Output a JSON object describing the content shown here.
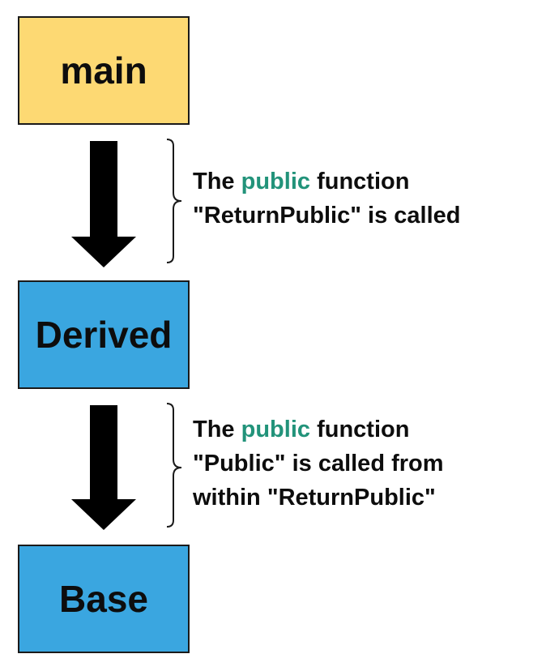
{
  "colors": {
    "main_fill": "#fdd973",
    "derived_fill": "#3aa6e0",
    "base_fill": "#3aa6e0",
    "highlight": "#22937a",
    "arrow": "#000000"
  },
  "nodes": {
    "main": "main",
    "derived": "Derived",
    "base": "Base"
  },
  "notes": {
    "first": {
      "pre": "The ",
      "highlight": "public",
      "post": " function",
      "line2": "\"ReturnPublic\" is called"
    },
    "second": {
      "pre": "The ",
      "highlight": "public",
      "post": " function",
      "line2": "\"Public\" is called from",
      "line3": "within \"ReturnPublic\""
    }
  }
}
